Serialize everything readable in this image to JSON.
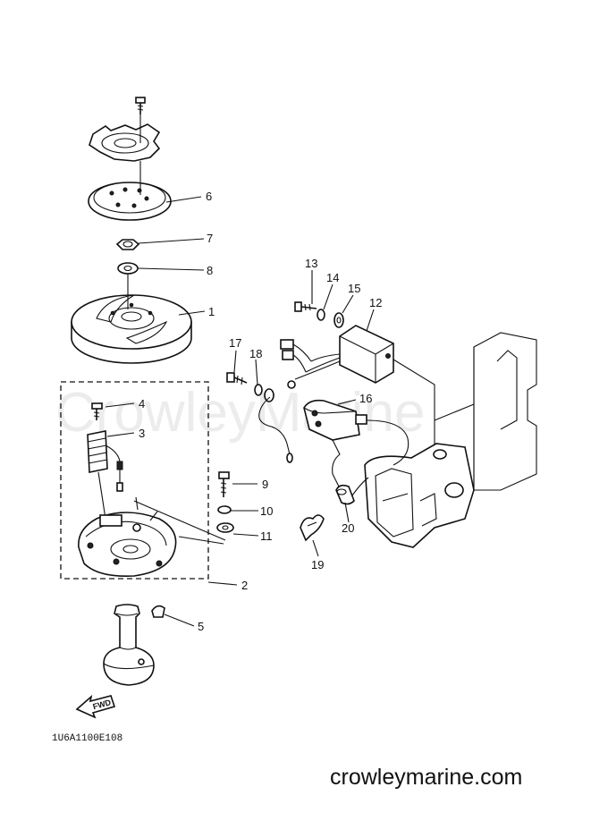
{
  "diagram": {
    "watermark_text": "CrowleyMarine",
    "drawing_code": "1U6A1100E108",
    "site_name": "crowleymarine.com",
    "fwd_label": "FWD",
    "callouts": [
      "1",
      "2",
      "3",
      "4",
      "5",
      "6",
      "7",
      "8",
      "9",
      "10",
      "11",
      "12",
      "13",
      "14",
      "15",
      "16",
      "17",
      "18",
      "19",
      "20"
    ]
  }
}
